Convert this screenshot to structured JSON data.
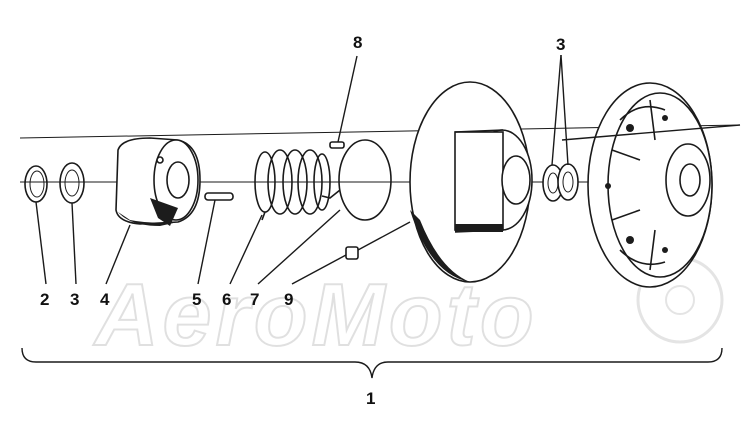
{
  "callouts": {
    "c1": "1",
    "c2": "2",
    "c3a": "3",
    "c3b": "3",
    "c4": "4",
    "c5": "5",
    "c6": "6",
    "c7": "7",
    "c8": "8",
    "c9": "9"
  },
  "watermark": "AeroMoto"
}
